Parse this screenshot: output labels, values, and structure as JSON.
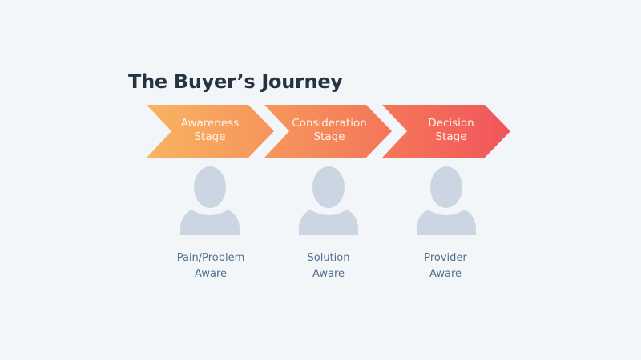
{
  "title": "The Buyer’s Journey",
  "colors": {
    "background": "#f3f6f9",
    "title": "#253342",
    "gradient_start": "#f8b461",
    "gradient_mid": "#f5875a",
    "gradient_end": "#f2545b",
    "person_icon": "#cbd6e2",
    "persona_text": "#516f90"
  },
  "stages": [
    {
      "line1": "Awareness",
      "line2": "Stage",
      "icon": "chevron-arrow"
    },
    {
      "line1": "Consideration",
      "line2": "Stage",
      "icon": "chevron-arrow"
    },
    {
      "line1": "Decision",
      "line2": "Stage",
      "icon": "chevron-arrow"
    }
  ],
  "personas": [
    {
      "line1": "Pain/Problem",
      "line2": "Aware",
      "icon": "person-icon"
    },
    {
      "line1": "Solution",
      "line2": "Aware",
      "icon": "person-icon"
    },
    {
      "line1": "Provider",
      "line2": "Aware",
      "icon": "person-icon"
    }
  ]
}
